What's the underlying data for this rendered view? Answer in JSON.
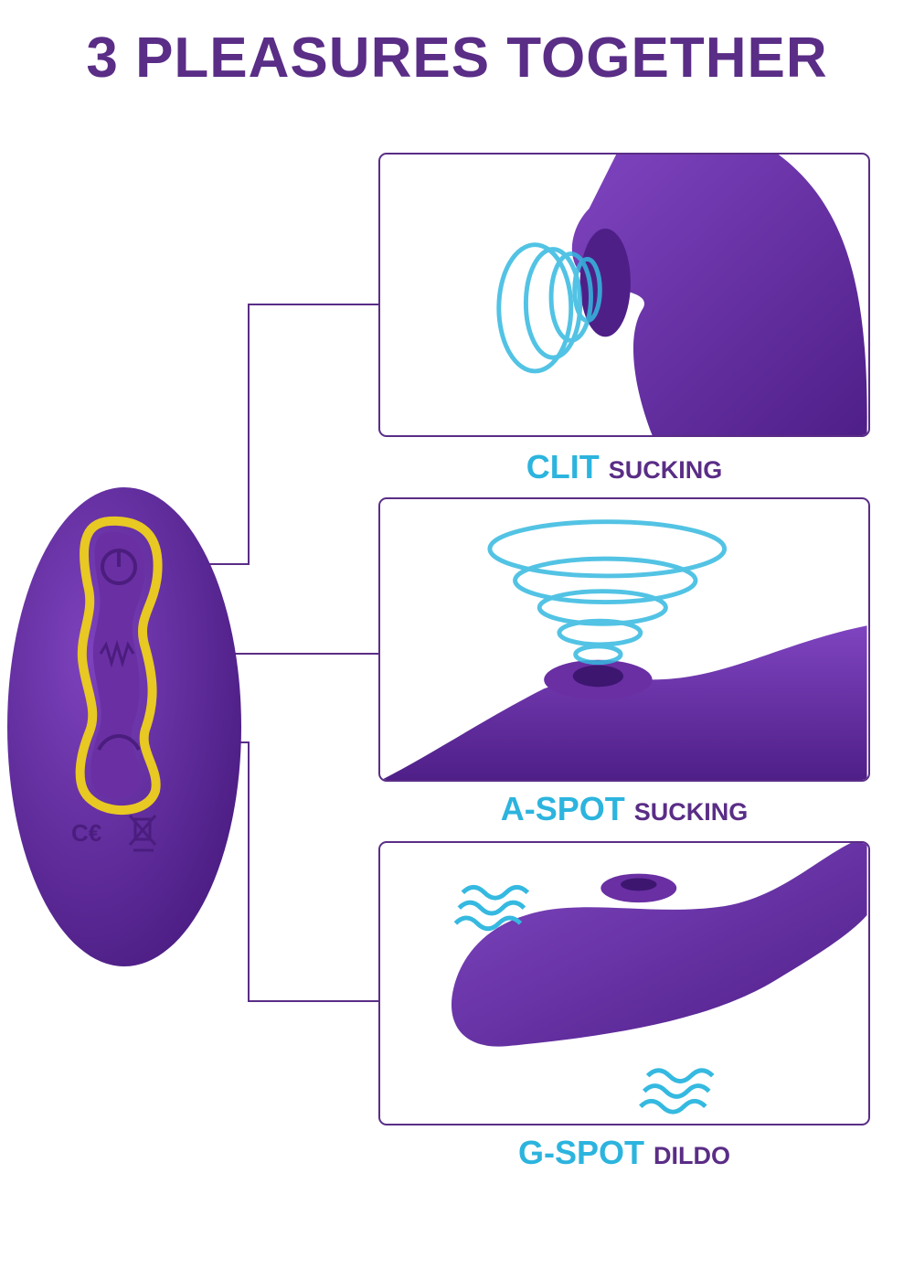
{
  "title": "3 PLEASURES TOGETHER",
  "features": [
    {
      "highlight": "CLIT",
      "rest": "SUCKING"
    },
    {
      "highlight": "A-SPOT",
      "rest": "SUCKING"
    },
    {
      "highlight": "G-SPOT",
      "rest": "DILDO"
    }
  ],
  "remote": {
    "buttons": [
      "power-mode-icon",
      "vibration-icon",
      "suction-icon"
    ],
    "marks": [
      "CE",
      "WEEE"
    ]
  },
  "colors": {
    "brand_purple": "#5a2d86",
    "device_purple": "#6a2fa3",
    "accent_cyan": "#2cb4de",
    "ring_gold": "#e8c822"
  }
}
